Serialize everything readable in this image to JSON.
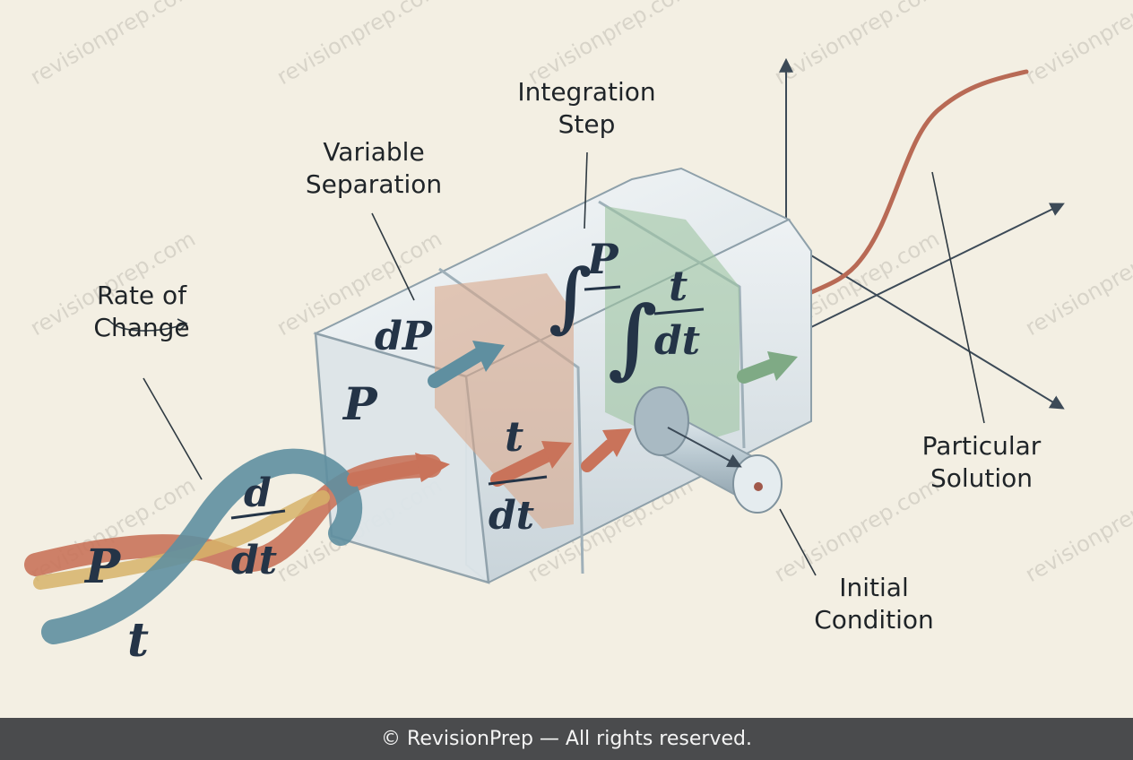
{
  "labels": {
    "rate_of_change": "Rate of\nChange",
    "variable_separation": "Variable\nSeparation",
    "integration_step": "Integration\nStep",
    "particular_solution": "Particular\nSolution",
    "initial_condition": "Initial\nCondition"
  },
  "math": {
    "d_numer": "d",
    "dt": "dt",
    "p": "P",
    "t": "t",
    "dP": "dP",
    "integral_p": "P",
    "integral_t": "t",
    "integral_sign": "∫"
  },
  "watermark": "revisionprep.com",
  "footer": "© RevisionPrep — All rights reserved.",
  "colors": {
    "background": "#f3efe3",
    "stream_teal": "#5f8fa0",
    "stream_copper": "#c9735a",
    "stream_gold": "#d6b36a",
    "chamber_copper": "#d8a98c",
    "chamber_green": "#9fc4a2",
    "solution_curve": "#b86a55",
    "footer_bg": "#4a4b4d"
  }
}
